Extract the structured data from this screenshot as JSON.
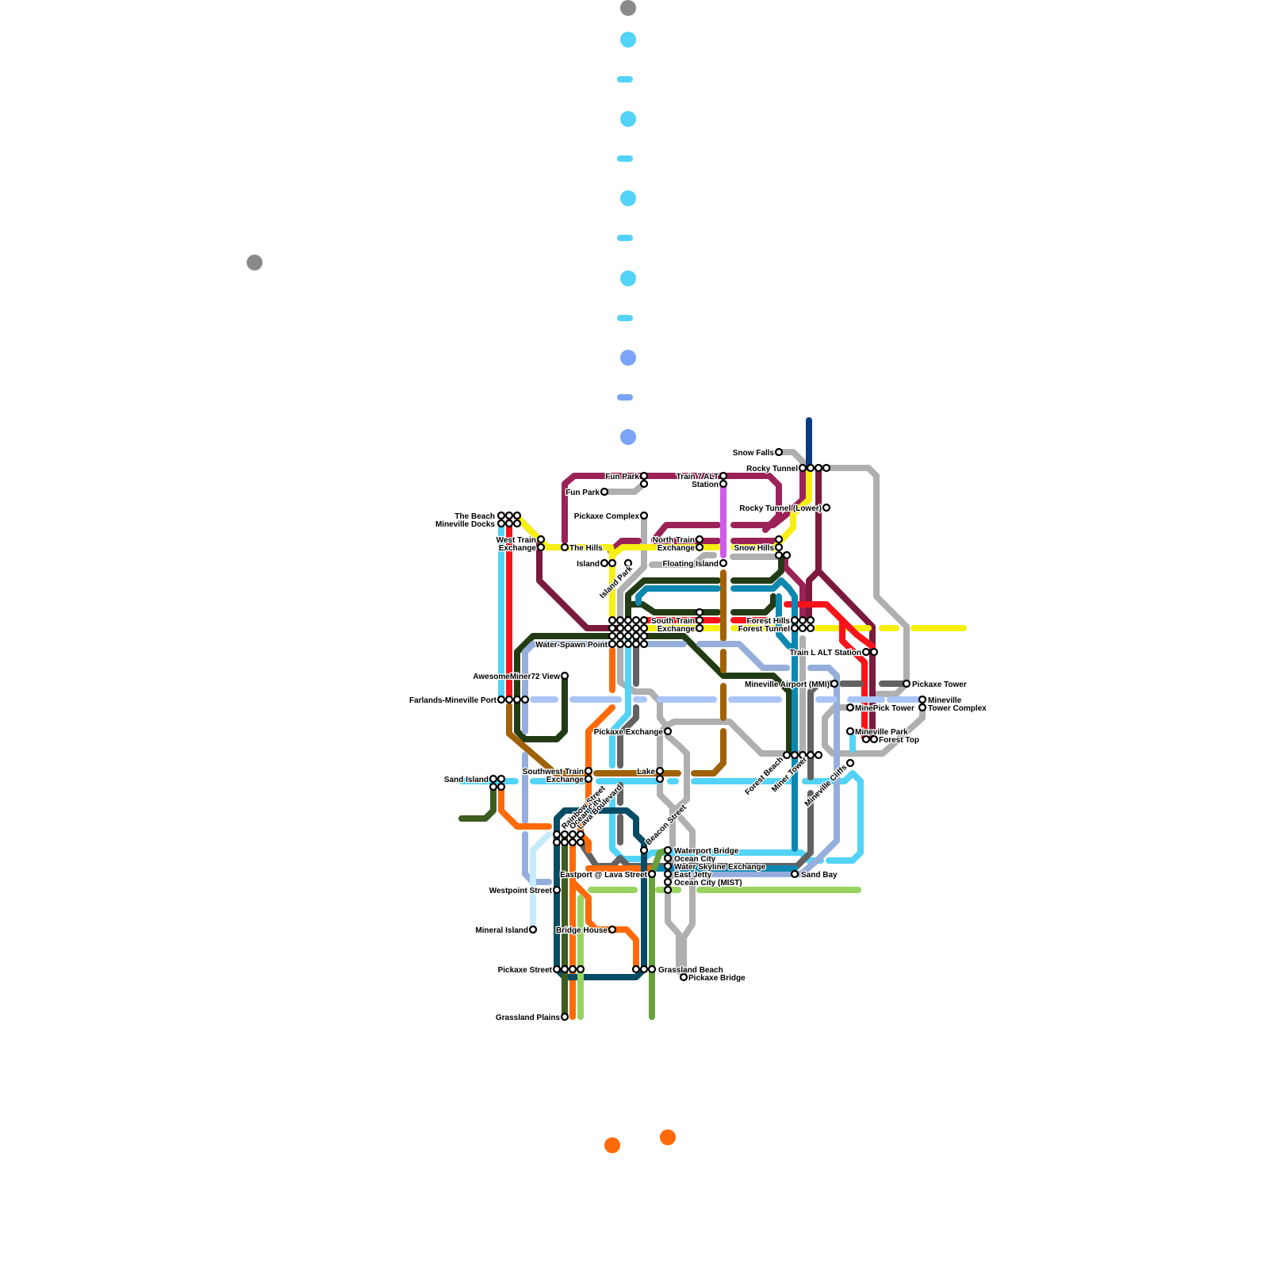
{
  "colors": {
    "maroon": "#9b2257",
    "yellow": "#f7ef10",
    "red": "#f7131a",
    "sky": "#52d3f7",
    "darkgreen": "#223b14",
    "brown": "#a06208",
    "lightgray": "#afafaf",
    "darkgray": "#626262",
    "periwinkle": "#96aedb",
    "paleblue": "#a9c5f7",
    "teal": "#0c88b0",
    "navy": "#0c3a85",
    "purple": "#cf5be9",
    "orange": "#ff6a08",
    "petrol": "#074c65",
    "olive": "#3c5c20",
    "lightgreen": "#99d35f",
    "grassgreen": "#69a13c",
    "iceblue": "#c7ebfb",
    "wine": "#7a1b3e"
  },
  "stations": [
    "Snow Falls",
    "Rocky Tunnel",
    "Fun Park",
    "Train 7 ALT",
    "Station",
    "Rocky Tunnel (Lower)",
    "Pickaxe Complex",
    "The Beach",
    "Mineville Docks",
    "West Train",
    "Exchange",
    "The Hills",
    "North Train",
    "Snow Hills",
    "Island",
    "Island Park",
    "Floating Island",
    "South Train",
    "Forest Hills",
    "Forest Tunnel",
    "Water-Spawn Point",
    "Train L ALT Station",
    "AwesomeMiner72 View",
    "Mineville Airport (MMI)",
    "Pickaxe Tower",
    "Farlands-Mineville Port",
    "MinePick Tower",
    "Mineville",
    "Tower Complex",
    "Pickaxe Exchange",
    "Mineville Park",
    "Forest Top",
    "Forest Beach",
    "Miner Tower",
    "Mineville Cliffs",
    "Southwest Train",
    "Lake",
    "Sand Island",
    "Rainbow Street",
    "Ocean City",
    "Lava Boulevard",
    "Beacon Street",
    "Waterport Bridge",
    "Water Skyline Exchange",
    "Eastport @ Lava Street",
    "East Jetty",
    "Ocean City (MIST)",
    "Sand Bay",
    "Westpoint Street",
    "Mineral Island",
    "Bridge House",
    "Pickaxe Street",
    "Grassland Beach",
    "Pickaxe Bridge",
    "Grassland Plains"
  ],
  "legend_dots": [
    {
      "color": "#8a8a8a"
    },
    {
      "color": "#52d3f7"
    },
    {
      "color": "#52d3f7"
    },
    {
      "color": "#52d3f7"
    },
    {
      "color": "#52d3f7"
    },
    {
      "color": "#52d3f7"
    },
    {
      "color": "#52d3f7"
    },
    {
      "color": "#52d3f7"
    },
    {
      "color": "#52d3f7"
    },
    {
      "color": "#79a4f7"
    },
    {
      "color": "#79a4f7"
    },
    {
      "color": "#79a4f7"
    },
    {
      "color": "#8a8a8a"
    },
    {
      "color": "#ff6a08"
    },
    {
      "color": "#ff6a08"
    }
  ]
}
